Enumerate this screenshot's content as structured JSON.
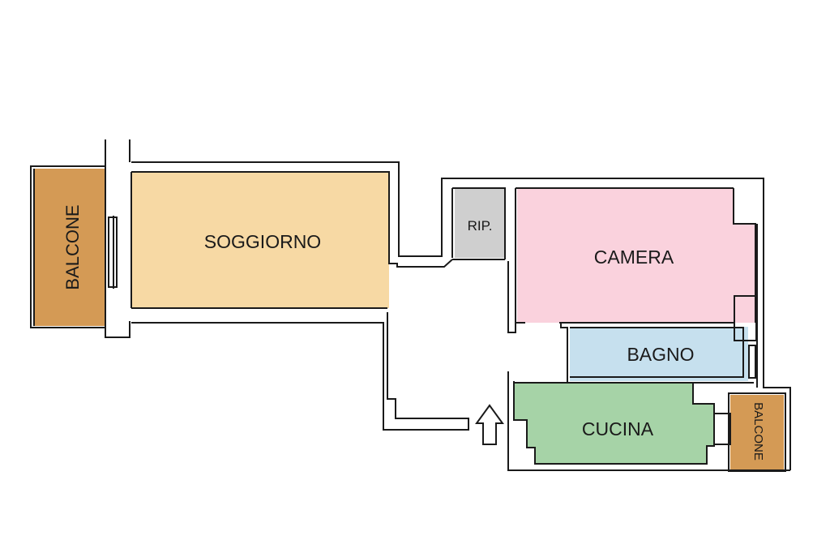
{
  "floor_plan": {
    "rooms": [
      {
        "id": "balcone-left",
        "label": "BALCONE",
        "color": "#d49a55"
      },
      {
        "id": "soggiorno",
        "label": "SOGGIORNO",
        "color": "#f7d9a4"
      },
      {
        "id": "rip",
        "label": "RIP.",
        "color": "#cfcfcf"
      },
      {
        "id": "camera",
        "label": "CAMERA",
        "color": "#fad2dd"
      },
      {
        "id": "bagno",
        "label": "BAGNO",
        "color": "#c6e0ee"
      },
      {
        "id": "cucina",
        "label": "CUCINA",
        "color": "#a6d3a7"
      },
      {
        "id": "balcone-right",
        "label": "BALCONE",
        "color": "#d49a55"
      }
    ],
    "wall_color": "#1a1a1a",
    "entrance_arrow": "up-arrow-icon"
  }
}
